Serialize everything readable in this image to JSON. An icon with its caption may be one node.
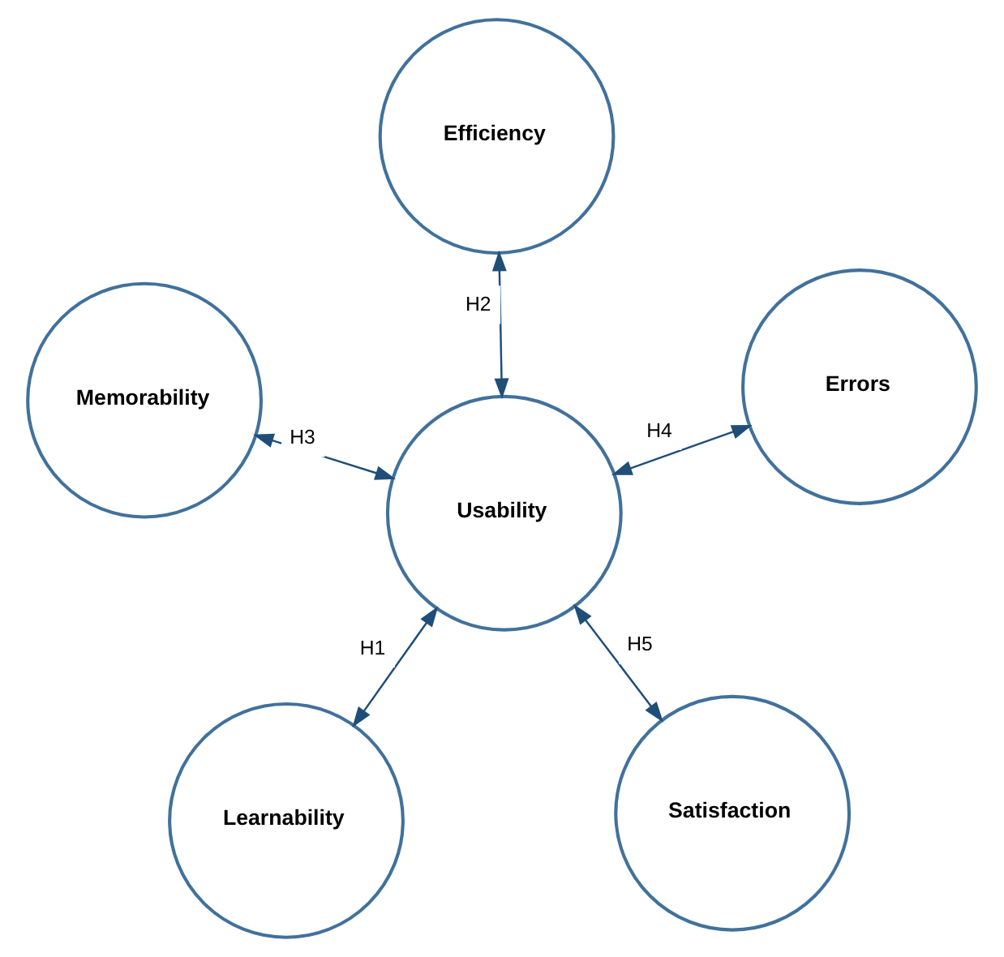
{
  "diagram": {
    "nodes": [
      {
        "text": [
          "Learnability"
        ]
      },
      {
        "text": [
          "Satisfaction"
        ]
      },
      {
        "text": [
          "Usability"
        ]
      },
      {
        "text": [
          "Efficiency"
        ]
      },
      {
        "text": [
          "Errors"
        ]
      },
      {
        "text": [
          "Memorability"
        ]
      }
    ],
    "edges": [
      {
        "from": 2,
        "to": 0,
        "arrow": "both",
        "label": "H1"
      },
      {
        "from": 2,
        "to": 3,
        "arrow": "both",
        "label": "H2"
      },
      {
        "from": 2,
        "to": 5,
        "arrow": "both",
        "label": "H3"
      },
      {
        "from": 2,
        "to": 4,
        "arrow": "both",
        "label": "H4"
      },
      {
        "from": 2,
        "to": 1,
        "arrow": "both",
        "label": "H5"
      }
    ]
  }
}
